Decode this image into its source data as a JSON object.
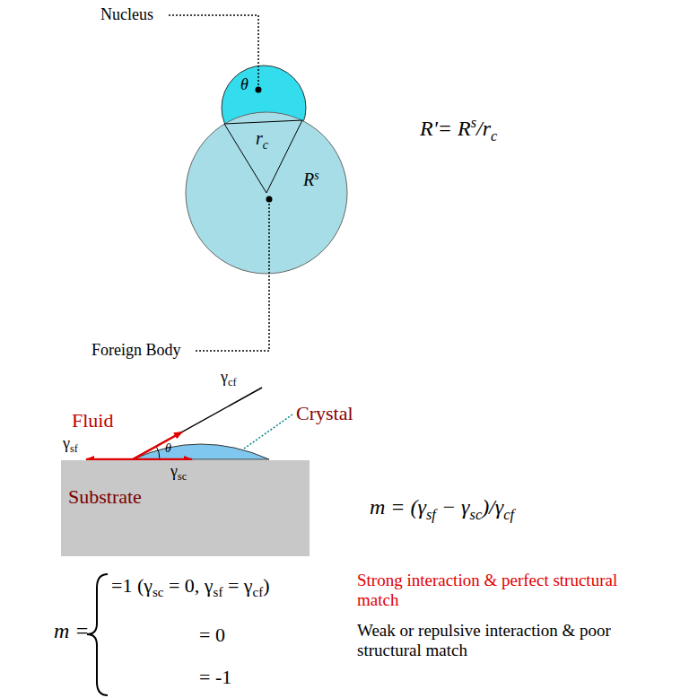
{
  "diagram": {
    "nodes": [
      {
        "text": [
          "Substrate"
        ]
      }
    ],
    "labels": [
      "Nucleus",
      "θ",
      "r",
      "c",
      "R",
      "s",
      "Foreign Body",
      "R'=",
      "R",
      "s",
      "/",
      "r",
      "c",
      "Fluid",
      "γ",
      "cf",
      "γ",
      "sf",
      "θ",
      "γ",
      "sc",
      "Crystal",
      "m = (γ",
      "sf",
      "− γ",
      "sc",
      ")/γ",
      "cf",
      "m =",
      "=1 (γ",
      "sc",
      "= 0, γ",
      "sf",
      "= γ",
      "cf",
      ")",
      "Strong interaction & perfect structural match",
      "= 0",
      "= -1",
      "Weak or repulsive interaction & poor structural match"
    ]
  }
}
